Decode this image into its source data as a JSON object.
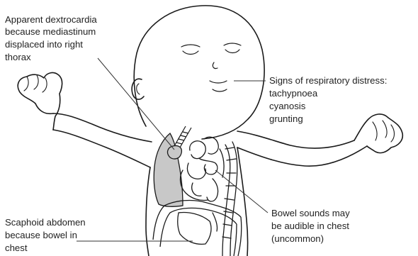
{
  "colors": {
    "outline": "#1a1a1a",
    "lung_fill": "#c8c8c8",
    "leader": "#333333",
    "text": "#222222",
    "background": "#ffffff"
  },
  "annotations": {
    "dextrocardia": {
      "lines": [
        "Apparent dextrocardia",
        "because mediastinum",
        "displaced into right",
        "thorax"
      ]
    },
    "respiratory": {
      "lines": [
        "Signs of respiratory distress:",
        "tachypnoea",
        "cyanosis",
        "grunting"
      ]
    },
    "scaphoid": {
      "lines": [
        "Scaphoid abdomen",
        "because bowel in",
        "chest"
      ]
    },
    "bowel_sounds": {
      "lines": [
        "Bowel sounds may",
        "be audible in chest",
        "(uncommon)"
      ]
    }
  },
  "icons": {
    "infant": "infant-outline-icon",
    "lung": "right-lung-icon",
    "heart": "heart-icon",
    "bowel": "herniated-bowel-icon",
    "diaphragm": "diaphragm-icon"
  }
}
